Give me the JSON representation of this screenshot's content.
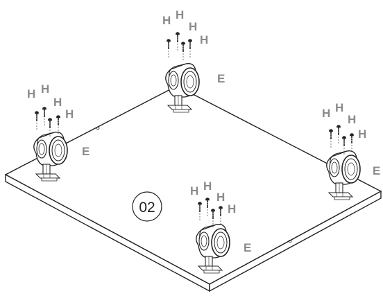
{
  "step_number": "02",
  "part_labels": {
    "caster": "E",
    "screw": "H"
  },
  "colors": {
    "line": "#222222",
    "label": "#8a8a8a",
    "background": "#ffffff"
  },
  "assembly": {
    "casters": [
      {
        "id": "top",
        "caster_label": "E",
        "screw_labels": [
          "H",
          "H",
          "H",
          "H"
        ]
      },
      {
        "id": "left",
        "caster_label": "E",
        "screw_labels": [
          "H",
          "H",
          "H",
          "H"
        ]
      },
      {
        "id": "right",
        "caster_label": "E",
        "screw_labels": [
          "H",
          "H",
          "H",
          "H"
        ]
      },
      {
        "id": "front",
        "caster_label": "E",
        "screw_labels": [
          "H",
          "H",
          "H",
          "H"
        ]
      }
    ]
  }
}
